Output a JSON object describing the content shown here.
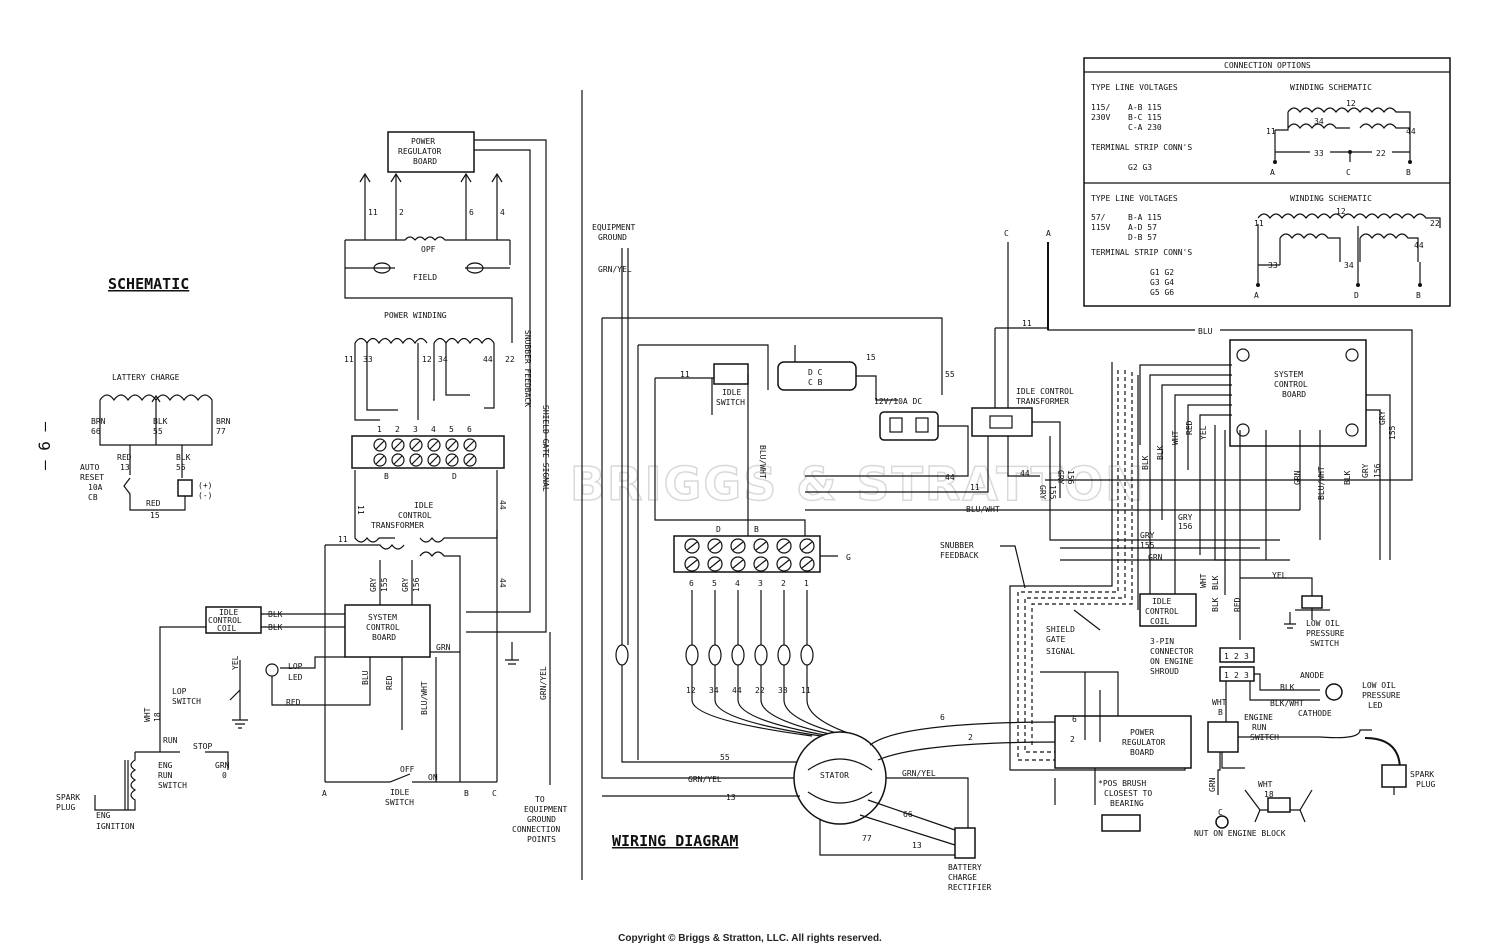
{
  "page_number": "— 6 —",
  "watermark": "BRIGGS & STRATTON",
  "copyright": "Copyright © Briggs & Stratton, LLC. All rights reserved.",
  "schematic": {
    "title": "SCHEMATIC",
    "power_regulator_board": [
      "POWER",
      "REGULATOR",
      "BOARD"
    ],
    "opf": "OPF",
    "field": "FIELD",
    "power_winding": "POWER WINDING",
    "battery_charge": "LATTERY CHARGE",
    "snubber_feedback": "SNUBBER FEEDBACK",
    "shield_gate_signal": "SHIELD GATE SIGNAL",
    "idle_control_transformer": [
      "IDLE",
      "CONTROL",
      "TRANSFORMER"
    ],
    "system_control_board": [
      "SYSTEM",
      "CONTROL",
      "BOARD"
    ],
    "idle_control_coil": [
      "IDLE",
      "CONTROL",
      "COIL"
    ],
    "lop_led": [
      "LOP",
      "LED"
    ],
    "lop_switch": [
      "LOP",
      "SWITCH"
    ],
    "eng_run_switch": [
      "ENG",
      "RUN",
      "SWITCH"
    ],
    "eng_ignition": [
      "ENG",
      "IGNITION"
    ],
    "spark_plug": [
      "SPARK",
      "PLUG"
    ],
    "idle_switch": [
      "IDLE",
      "SWITCH"
    ],
    "auto_reset": [
      "AUTO",
      "RESET",
      "10A",
      "CB"
    ],
    "ground_points": [
      "TO",
      "EQUIPMENT",
      "GROUND",
      "CONNECTION",
      "POINTS"
    ],
    "terminals": [
      "1",
      "2",
      "3",
      "4",
      "5",
      "6"
    ],
    "winding_taps": [
      "11",
      "33",
      "12",
      "34",
      "44",
      "22"
    ],
    "wires": {
      "brn66": [
        "BRN",
        "66"
      ],
      "brn77": [
        "BRN",
        "77"
      ],
      "blk55a": [
        "BLK",
        "55"
      ],
      "red13": [
        "RED",
        "13"
      ],
      "blk55b": [
        "BLK",
        "55"
      ],
      "red15": [
        "RED",
        "15"
      ],
      "gray155": [
        "GRY",
        "155"
      ],
      "gray156": [
        "GRY",
        "156"
      ],
      "blk": "BLK",
      "grn": "GRN",
      "yel": "YEL",
      "red": "RED",
      "blu": "BLU",
      "blu_wht": "BLU/WHT",
      "grn_yel": "GRN/YEL",
      "wht18": [
        "WHT",
        "18"
      ],
      "run": "RUN",
      "stop": "STOP",
      "off": "OFF",
      "on": "ON",
      "grn0": [
        "GRN",
        "0"
      ],
      "n44": "44",
      "n11": "11",
      "b": "B",
      "d": "D",
      "a": "A",
      "c": "C"
    }
  },
  "wiring": {
    "title": "WIRING DIAGRAM",
    "equipment_ground": [
      "EQUIPMENT",
      "GROUND"
    ],
    "grn_yel": "GRN/YEL",
    "idle_switch": [
      "IDLE",
      "SWITCH"
    ],
    "rectifier_12v": "12V/10A DC",
    "dc_cb": [
      "D C",
      "C B"
    ],
    "idle_control_transformer": [
      "IDLE CONTROL",
      "TRANSFORMER"
    ],
    "system_control_board": [
      "SYSTEM",
      "CONTROL",
      "BOARD"
    ],
    "snubber_feedback": [
      "SNUBBER",
      "FEEDBACK"
    ],
    "shield_gate_signal": [
      "SHIELD",
      "GATE",
      "SIGNAL"
    ],
    "idle_control_coil": [
      "IDLE",
      "CONTROL",
      "COIL"
    ],
    "three_pin": [
      "3-PIN",
      "CONNECTOR",
      "ON ENGINE",
      "SHROUD"
    ],
    "pins": [
      "1",
      "2",
      "3"
    ],
    "low_oil_pressure_switch": [
      "LOW OIL",
      "PRESSURE",
      "SWITCH"
    ],
    "anode": "ANODE",
    "cathode": "CATHODE",
    "low_oil_pressure_led": [
      "LOW OIL",
      "PRESSURE",
      "LED"
    ],
    "engine_run_switch": [
      "ENGINE",
      "RUN",
      "SWITCH"
    ],
    "spark_plug": [
      "SPARK",
      "PLUG"
    ],
    "power_regulator_board": [
      "POWER",
      "REGULATOR",
      "BOARD"
    ],
    "pos_brush": [
      "*POS BRUSH",
      "CLOSEST TO",
      "BEARING"
    ],
    "nut_on_engine_block": "NUT ON ENGINE BLOCK",
    "stator": "STATOR",
    "battery_charge_rectifier": [
      "BATTERY",
      "CHARGE",
      "RECTIFIER"
    ],
    "terminal_letters": [
      "D",
      "B",
      "G"
    ],
    "strip_numbers": [
      "6",
      "5",
      "4",
      "3",
      "2",
      "1"
    ],
    "lead_numbers": [
      "12",
      "34",
      "44",
      "22",
      "33",
      "11"
    ],
    "wire_labels": {
      "n55": "55",
      "n15": "15",
      "n11": "11",
      "n44": "44",
      "blu": "BLU",
      "blu_wht": "BLU/WHT",
      "gray156": [
        "GRY",
        "156"
      ],
      "gray155": [
        "GRY",
        "155"
      ],
      "grn": "GRN",
      "blk": "BLK",
      "wht": "WHT",
      "red": "RED",
      "yel": "YEL",
      "blk_wht": "BLK/WHT",
      "n6": "6",
      "n2": "2",
      "n13": "13",
      "n66": "66",
      "n77": "77",
      "wht18": [
        "WHT",
        "18"
      ],
      "grn_c": [
        "GRN",
        "C"
      ],
      "c": "C",
      "a": "A",
      "wht_b": [
        "WHT",
        "B"
      ]
    }
  },
  "connection_options": {
    "title": "CONNECTION OPTIONS",
    "block1": {
      "header": "TYPE LINE VOLTAGES",
      "type": [
        "115/",
        "230V"
      ],
      "lines": [
        "A-B  115",
        "B-C  115",
        "C-A  230"
      ],
      "schematic_title": "WINDING SCHEMATIC",
      "strip_title": "TERMINAL STRIP CONN'S",
      "strip": "G2 G3",
      "nodes": [
        "A",
        "C",
        "B"
      ],
      "taps": [
        "12",
        "34",
        "11",
        "44",
        "33",
        "22"
      ]
    },
    "block2": {
      "header": "TYPE LINE VOLTAGES",
      "type": [
        "57/",
        "115V"
      ],
      "lines": [
        "B-A  115",
        "A-D   57",
        "D-B   57"
      ],
      "schematic_title": "WINDING SCHEMATIC",
      "strip_title": "TERMINAL STRIP CONN'S",
      "strip": [
        "G1 G2",
        "G3 G4",
        "G5 G6"
      ],
      "nodes": [
        "A",
        "D",
        "B"
      ],
      "taps": [
        "12",
        "22",
        "11",
        "33",
        "34",
        "44"
      ]
    }
  }
}
